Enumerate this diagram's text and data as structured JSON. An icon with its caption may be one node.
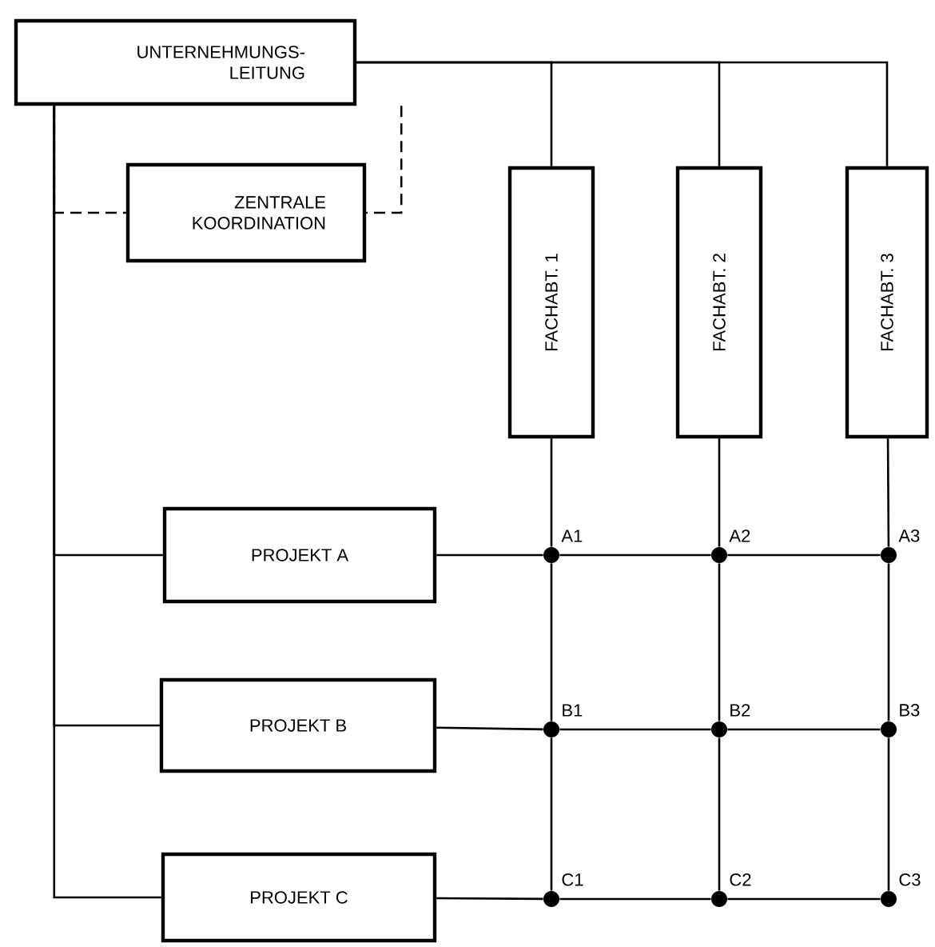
{
  "diagram": {
    "nodes": [
      {
        "text": [
          "UNTERNEHMUNGS- LEITUNG"
        ]
      },
      {
        "text": [
          "ZENTRALE KOORDINATION"
        ]
      },
      {
        "text": [
          "FACHABT. 1"
        ]
      },
      {
        "text": [
          "FACHABT. 2"
        ]
      },
      {
        "text": [
          "FACHABT. 3"
        ]
      },
      {
        "text": [
          "PROJEKT A"
        ]
      },
      {
        "text": [],
        "shape": "circle",
        "beside": [
          "A1"
        ]
      },
      {
        "text": [],
        "shape": "circle",
        "beside": [
          "A2"
        ]
      },
      {
        "text": [],
        "shape": "circle",
        "beside": [
          "A3"
        ]
      },
      {
        "text": [
          "PROJEKT B"
        ]
      },
      {
        "text": [],
        "shape": "circle",
        "beside": [
          "B1"
        ]
      },
      {
        "text": [],
        "shape": "circle",
        "beside": [
          "B2"
        ]
      },
      {
        "text": [],
        "shape": "circle",
        "beside": [
          "B3"
        ]
      },
      {
        "text": [
          "PROJEKT C"
        ]
      },
      {
        "text": [],
        "shape": "circle",
        "beside": [
          "C1"
        ]
      },
      {
        "text": [],
        "shape": "circle",
        "beside": [
          "C2"
        ]
      },
      {
        "text": [],
        "shape": "circle",
        "beside": [
          "C3"
        ]
      }
    ],
    "edges": [
      {
        "from": 0,
        "to": 2,
        "arrow": "none"
      },
      {
        "from": 0,
        "to": 3,
        "arrow": "none"
      },
      {
        "from": 0,
        "to": 4,
        "arrow": "none"
      },
      {
        "from": 0,
        "to": 1,
        "arrow": "none",
        "style": "dashed"
      },
      {
        "from": 0,
        "to": 1,
        "arrow": "none",
        "style": "dashed"
      },
      {
        "from": 0,
        "to": 5,
        "arrow": "none"
      },
      {
        "from": 0,
        "to": 9,
        "arrow": "none"
      },
      {
        "from": 0,
        "to": 13,
        "arrow": "none"
      },
      {
        "from": 5,
        "to": 6,
        "arrow": "none"
      },
      {
        "from": 6,
        "to": 7,
        "arrow": "none"
      },
      {
        "from": 7,
        "to": 8,
        "arrow": "none"
      },
      {
        "from": 9,
        "to": 10,
        "arrow": "none"
      },
      {
        "from": 10,
        "to": 11,
        "arrow": "none"
      },
      {
        "from": 11,
        "to": 12,
        "arrow": "none"
      },
      {
        "from": 13,
        "to": 14,
        "arrow": "none"
      },
      {
        "from": 14,
        "to": 15,
        "arrow": "none"
      },
      {
        "from": 15,
        "to": 16,
        "arrow": "none"
      },
      {
        "from": 2,
        "to": 6,
        "arrow": "none"
      },
      {
        "from": 6,
        "to": 10,
        "arrow": "none"
      },
      {
        "from": 10,
        "to": 14,
        "arrow": "none"
      },
      {
        "from": 3,
        "to": 7,
        "arrow": "none"
      },
      {
        "from": 7,
        "to": 11,
        "arrow": "none"
      },
      {
        "from": 11,
        "to": 15,
        "arrow": "none"
      },
      {
        "from": 4,
        "to": 8,
        "arrow": "none"
      },
      {
        "from": 8,
        "to": 12,
        "arrow": "none"
      },
      {
        "from": 12,
        "to": 16,
        "arrow": "none"
      }
    ]
  }
}
